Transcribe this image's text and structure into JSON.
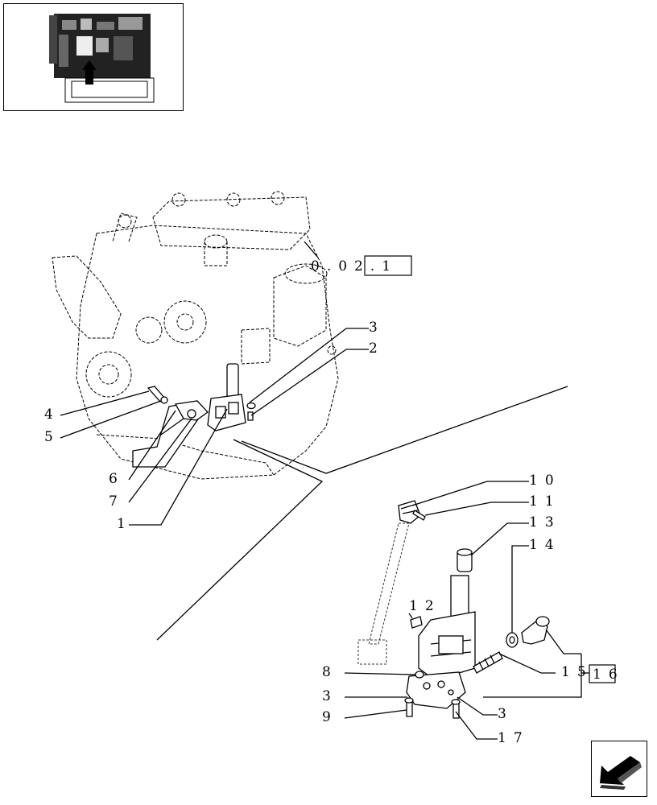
{
  "thumbnail": {
    "icon": "engine-thumbnail-icon"
  },
  "callouts": {
    "c1": "1",
    "c2": "2",
    "c3a": "3",
    "c3b": "3",
    "c3c": "3",
    "c4": "4",
    "c5": "5",
    "c6": "6",
    "c7": "7",
    "c8": "8",
    "c9": "9",
    "c10": "10",
    "c11": "11",
    "c12": "12",
    "c13": "13",
    "c14": "14",
    "c15": "15",
    "c16": "16",
    "c17": "17"
  },
  "references": {
    "ref_main": "0.02.1"
  },
  "nav": {
    "icon": "back-arrow-icon"
  }
}
